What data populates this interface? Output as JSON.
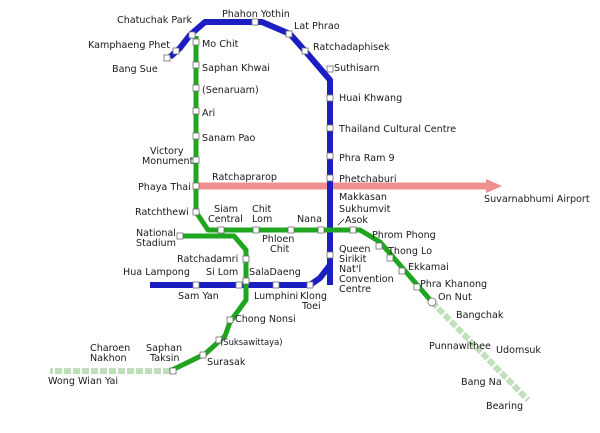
{
  "colors": {
    "sukhumvit_line": "#1c1ec2",
    "silom_line": "#1fa51f",
    "silom_extension": "#c0e0bb",
    "airport_link": "#f08f8f",
    "mrt_line": "#1c1ec2",
    "background": "#ffffff",
    "text": "#1a1a1a"
  },
  "stations": {
    "chatuchak_park": "Chatuchak Park",
    "phahon_yothin": "Phahon Yothin",
    "lat_phrao": "Lat Phrao",
    "ratchadaphisek": "Ratchadaphisek",
    "kamphaeng_phet": "Kamphaeng Phet",
    "bang_sue": "Bang Sue",
    "mo_chit": "Mo Chit",
    "saphan_khwai": "Saphan Khwai",
    "senaruam": "(Senaruam)",
    "suthisarn": "Suthisarn",
    "huai_khwang": "Huai Khwang",
    "ari": "Ari",
    "thailand_cultural_centre": "Thailand Cultural Centre",
    "sanam_pao": "Sanam Pao",
    "victory_monument_1": "Victory",
    "victory_monument_2": "Monument",
    "phra_ram_9": "Phra Ram 9",
    "phetchaburi": "Phetchaburi",
    "ratchaprarop": "Ratchaprarop",
    "phaya_thai": "Phaya Thai",
    "suvarnabhumi_airport": "Suvarnabhumi Airport",
    "makkasan": "Makkasan",
    "sukhumvit": "Sukhumvit",
    "asok": "Asok",
    "ratchathewi": "Ratchthewi",
    "siam_1": "Siam",
    "siam_2": "Central",
    "chit_lom_1": "Chit",
    "chit_lom_2": "Lom",
    "nana": "Nana",
    "national_stadium_1": "National",
    "national_stadium_2": "Stadium",
    "phloen_chit_1": "Phloen",
    "phloen_chit_2": "Chit",
    "phrom_phong": "Phrom Phong",
    "queen_sirikit_1": "Queen",
    "queen_sirikit_2": "Sirikit",
    "queen_sirikit_3": "Nat'l",
    "queen_sirikit_4": "Convention",
    "queen_sirikit_5": "Centre",
    "thong_lo": "Thong Lo",
    "ratchadamri": "Ratchadamri",
    "ekkamai": "Ekkamai",
    "hua_lamphong": "Hua Lampong",
    "si_lom": "Si Lom",
    "sala_daeng": "SalaDaeng",
    "phra_khanong": "Phra Khanong",
    "sam_yan": "Sam Yan",
    "lumphini": "Lumphini",
    "khlong_toei_1": "Klong",
    "khlong_toei_2": "Toei",
    "on_nut": "On Nut",
    "bangchak": "Bangchak",
    "chong_nonsi": "Chong Nonsi",
    "punnawithee": "Punnawithee",
    "udomsuk": "Udomsuk",
    "suksawittaya": "(Suksawittaya)",
    "charoen_nakhon_1": "Charoen",
    "charoen_nakhon_2": "Nakhon",
    "saphan_taksin_1": "Saphan",
    "saphan_taksin_2": "Taksin",
    "surasak": "Surasak",
    "wong_wian_yai": "Wong Wian Yai",
    "bang_na": "Bang Na",
    "bearing": "Bearing"
  }
}
